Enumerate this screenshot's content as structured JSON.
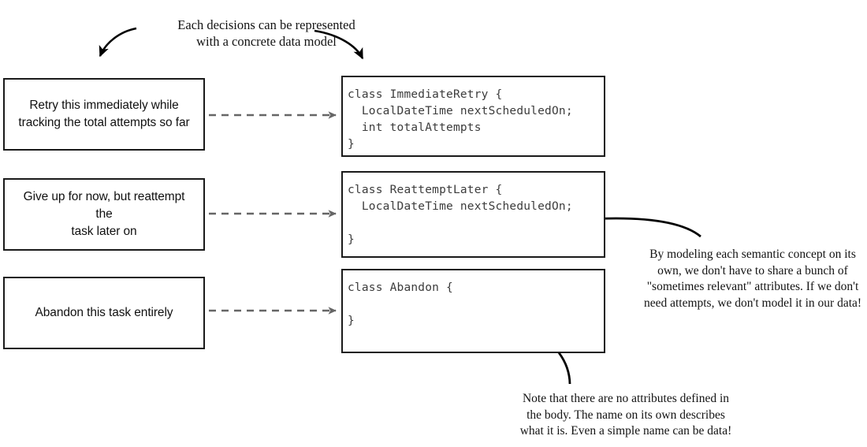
{
  "diagram": {
    "title_annotation": {
      "lines": [
        "Each  decisions can be represented",
        "with a concrete data model"
      ]
    },
    "decisions": [
      {
        "id": "immediate-retry",
        "lines": [
          "Retry this immediately while",
          "tracking the total attempts so far"
        ]
      },
      {
        "id": "reattempt-later",
        "lines": [
          "Give up for now, but reattempt the",
          "task later on"
        ]
      },
      {
        "id": "abandon",
        "lines": [
          "Abandon this task entirely"
        ]
      }
    ],
    "code_blocks": [
      {
        "id": "immediate-retry-class",
        "code": "class ImmediateRetry {\n  LocalDateTime nextScheduledOn;\n  int totalAttempts\n}"
      },
      {
        "id": "reattempt-later-class",
        "code": "class ReattemptLater {\n  LocalDateTime nextScheduledOn;\n\n}"
      },
      {
        "id": "abandon-class",
        "code": "class Abandon {\n\n}"
      }
    ],
    "side_annotation": {
      "lines": [
        "By modeling each semantic concept on its",
        "own, we don't have to share a bunch of",
        "\"sometimes relevant\" attributes. If we don't",
        "need attempts, we don't model it in our data!"
      ]
    },
    "bottom_annotation": {
      "lines": [
        "Note that there are no attributes defined in",
        "the body. The name on its own describes",
        "what it is. Even a simple name can be data!"
      ]
    },
    "colors": {
      "box_border": "#1a1a1a",
      "code_text": "#3c3c3c",
      "connector": "#666666",
      "annotation_arrow": "#000000",
      "background": "#ffffff"
    }
  }
}
